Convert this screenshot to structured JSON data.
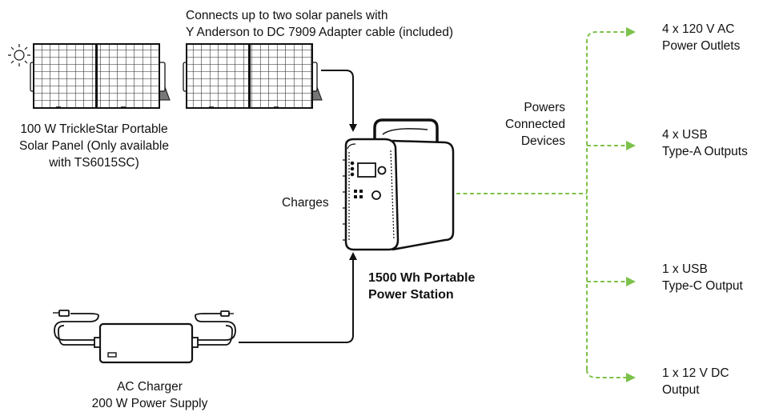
{
  "solar": {
    "note_line1": "Connects up to two solar panels with",
    "note_line2": "Y Anderson to DC 7909 Adapter cable (included)",
    "label_line1": "100 W TrickleStar Portable",
    "label_line2": "Solar Panel (Only available",
    "label_line3": "with TS6015SC)"
  },
  "charges_label": "Charges",
  "station": {
    "line1": "1500 Wh Portable",
    "line2": "Power Station"
  },
  "charger": {
    "line1": "AC Charger",
    "line2": "200 W Power Supply"
  },
  "powers": {
    "line1": "Powers",
    "line2": "Connected",
    "line3": "Devices"
  },
  "outputs": [
    {
      "line1": "4  x 120 V AC",
      "line2": "Power Outlets"
    },
    {
      "line1": "4 x USB",
      "line2": "Type-A Outputs"
    },
    {
      "line1": "1 x USB",
      "line2": "Type-C Output"
    },
    {
      "line1": "1 x 12 V DC",
      "line2": "Output"
    }
  ],
  "colors": {
    "output_line": "#7cc24a",
    "ink": "#111111"
  },
  "icons": [
    "sun-icon",
    "solar-panel-icon",
    "power-station-icon",
    "ac-charger-icon"
  ]
}
